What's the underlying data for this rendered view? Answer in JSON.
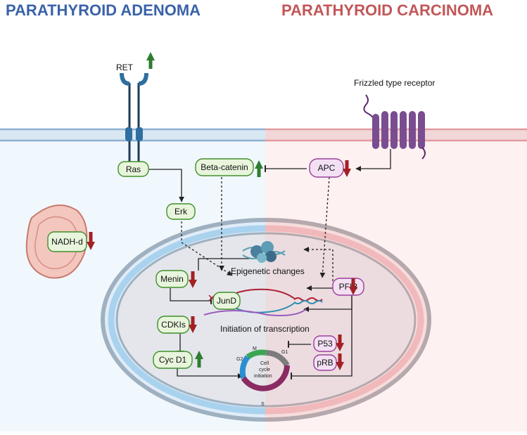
{
  "headers": {
    "left": "PARATHYROID ADENOMA",
    "right": "PARATHYROID CARCINOMA",
    "left_color": "#3a62a8",
    "right_color": "#c25658"
  },
  "receptors": {
    "ret": "RET",
    "frizzled": "Frizzled type receptor"
  },
  "molecules": {
    "ras": "Ras",
    "erk": "Erk",
    "beta_catenin": "Beta-catenin",
    "apc": "APC",
    "nadh": "NADH-d",
    "menin": "Menin",
    "jund": "JunD",
    "cdkis": "CDKIs",
    "cycd1": "Cyc D1",
    "pfib": "PFIB",
    "p53": "P53",
    "prb": "pRB"
  },
  "labels": {
    "epigenetic": "Epigenetic changes",
    "transcription": "Initiation of transcription"
  },
  "cell_cycle": {
    "line1": "Cell",
    "line2": "cycle",
    "line3": "initiation",
    "m": "M",
    "g1": "G1",
    "g2": "G2",
    "s": "S"
  },
  "colors": {
    "up_arrow": "#2e7d32",
    "down_arrow": "#a32025",
    "green_box": "#e8f5dc",
    "purple_box": "#f3e1f3"
  }
}
